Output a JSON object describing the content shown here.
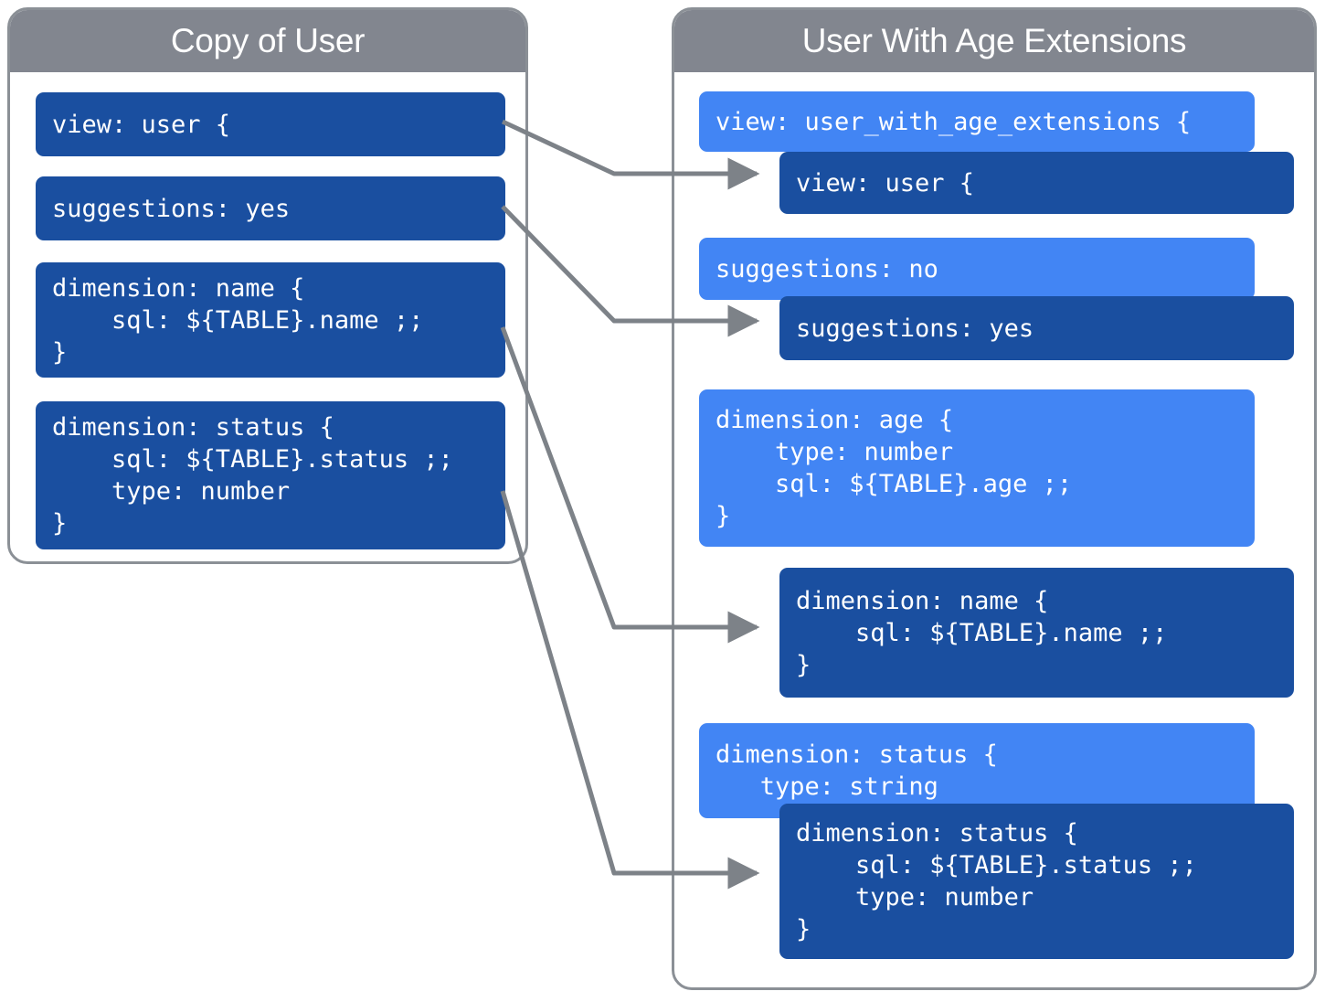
{
  "panels": {
    "left": {
      "title": "Copy of User",
      "blocks": [
        {
          "id": "left-view",
          "text": "view: user {"
        },
        {
          "id": "left-sugg",
          "text": "suggestions: yes"
        },
        {
          "id": "left-dim-name",
          "text": "dimension: name {\n    sql: ${TABLE}.name ;;\n}"
        },
        {
          "id": "left-dim-status",
          "text": "dimension: status {\n    sql: ${TABLE}.status ;;\n    type: number\n}"
        }
      ]
    },
    "right": {
      "title": "User With Age Extensions",
      "blocks": [
        {
          "id": "r-view-light",
          "shade": "light",
          "text": "view: user_with_age_extensions {"
        },
        {
          "id": "r-view-dark",
          "shade": "dark",
          "text": "view: user {"
        },
        {
          "id": "r-sugg-light",
          "shade": "light",
          "text": "suggestions: no"
        },
        {
          "id": "r-sugg-dark",
          "shade": "dark",
          "text": "suggestions: yes"
        },
        {
          "id": "r-age-light",
          "shade": "light",
          "text": "dimension: age {\n    type: number\n    sql: ${TABLE}.age ;;\n}"
        },
        {
          "id": "r-name-dark",
          "shade": "dark",
          "text": "dimension: name {\n    sql: ${TABLE}.name ;;\n}"
        },
        {
          "id": "r-status-light",
          "shade": "light",
          "text": "dimension: status {\n   type: string"
        },
        {
          "id": "r-status-dark",
          "shade": "dark",
          "text": "dimension: status {\n    sql: ${TABLE}.status ;;\n    type: number\n}"
        }
      ]
    }
  },
  "colors": {
    "header_gray": "#82868f",
    "panel_border": "#8b9096",
    "dark_blue": "#1a4fa0",
    "light_blue": "#4285f4",
    "connector_gray": "#7d8288",
    "text_white": "#ffffff",
    "background": "#ffffff"
  },
  "connectors": [
    {
      "name": "view-to-view",
      "from": "left-view",
      "to": "r-view-dark"
    },
    {
      "name": "sugg-to-sugg",
      "from": "left-sugg",
      "to": "r-sugg-dark"
    },
    {
      "name": "name-to-name",
      "from": "left-dim-name",
      "to": "r-name-dark"
    },
    {
      "name": "status-to-status",
      "from": "left-dim-status",
      "to": "r-status-dark"
    }
  ]
}
